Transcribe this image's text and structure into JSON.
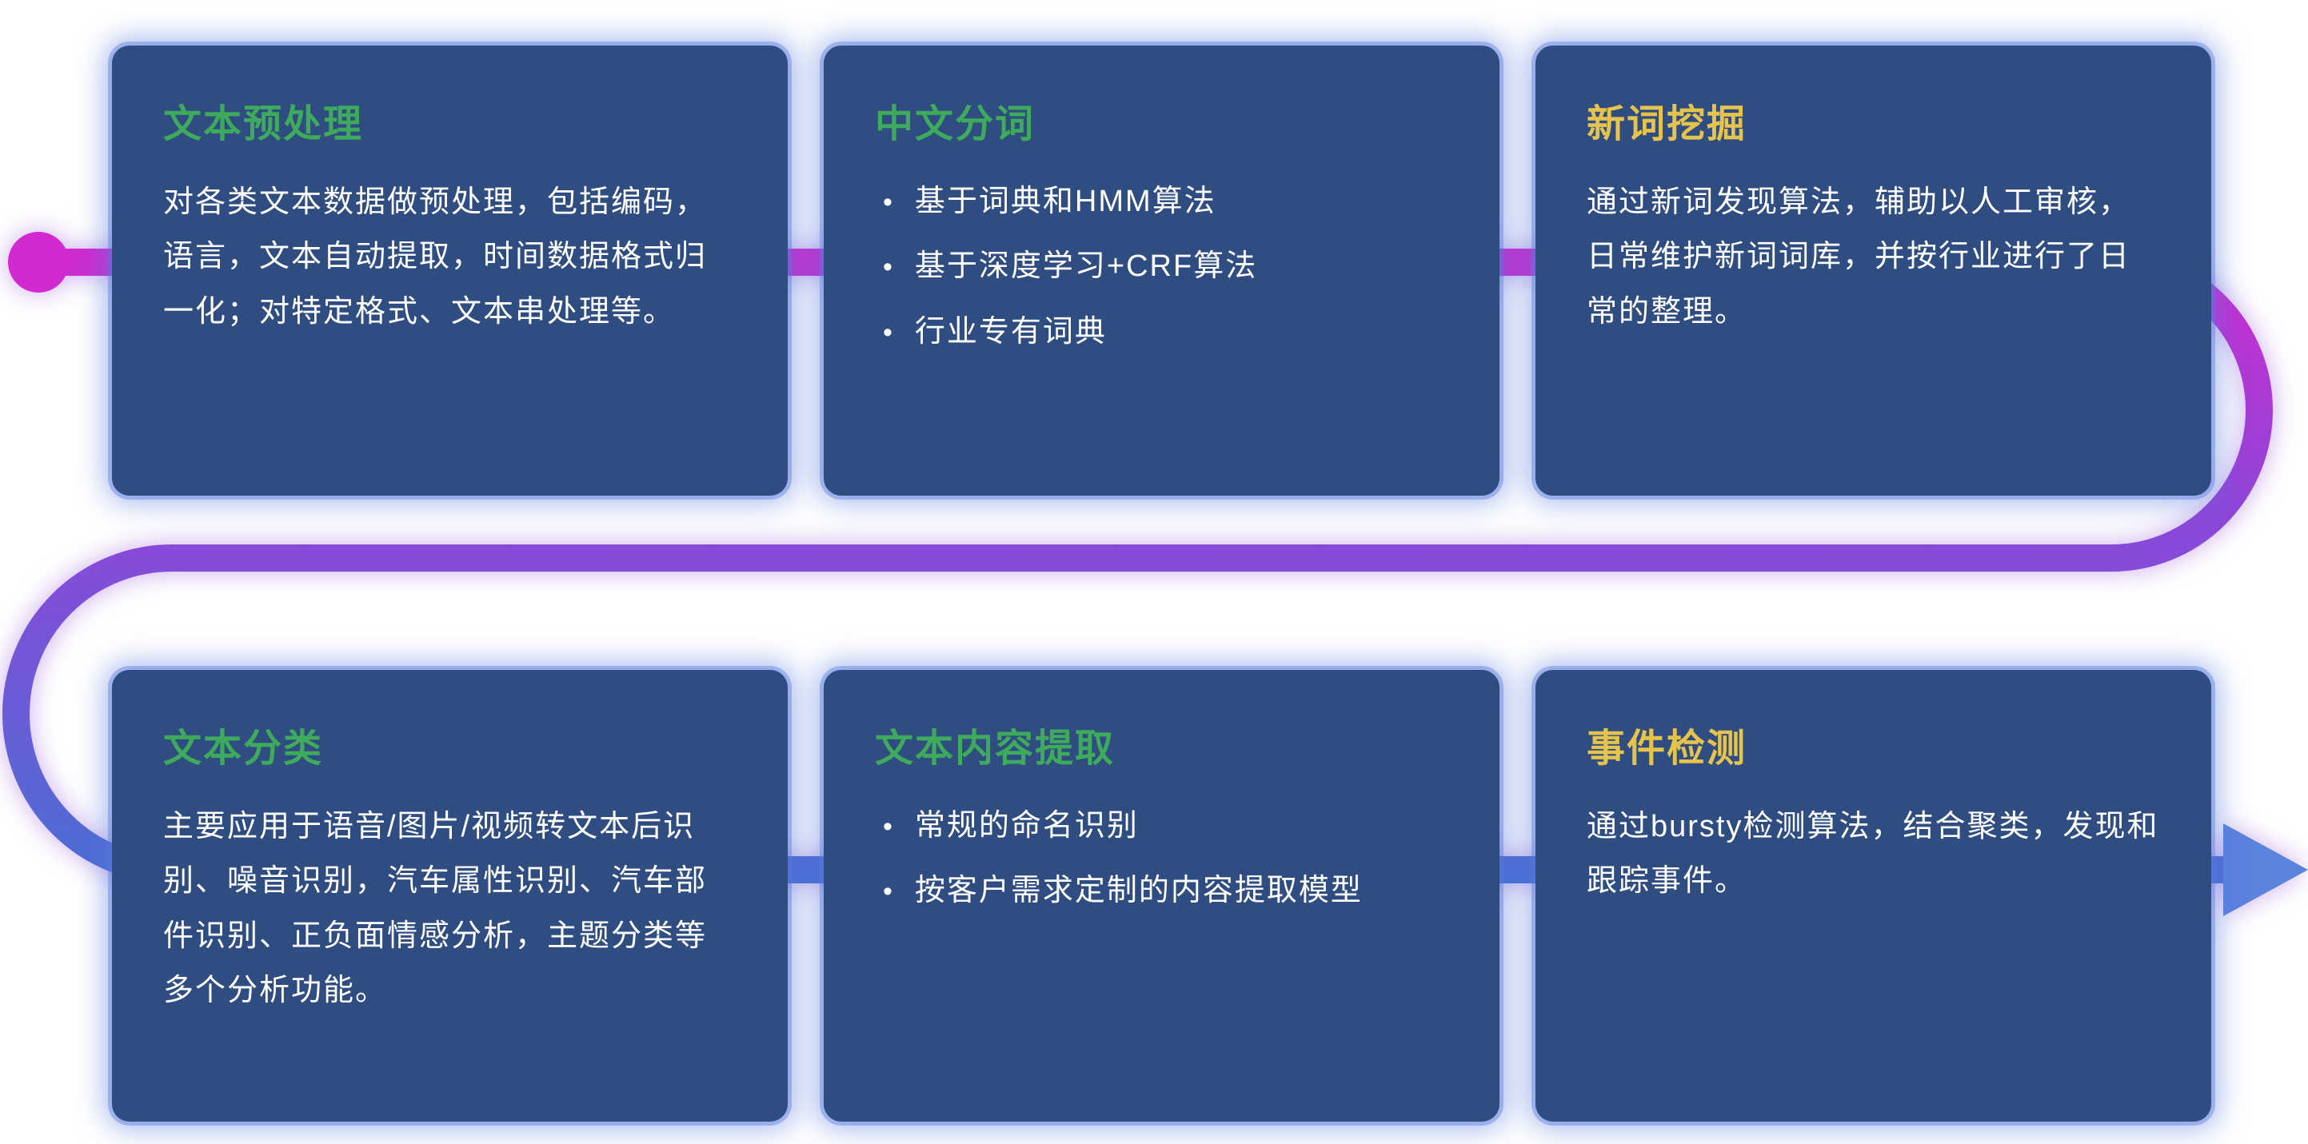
{
  "colors": {
    "card_bg": "#2f4d80",
    "card_glow": "#5479e0",
    "title_green": "#3eaa5c",
    "title_yellow": "#e6c44c",
    "body_text": "#ffffff",
    "flow_start": "#d22ad0",
    "flow_mid": "#8f46d8",
    "flow_end": "#4a6fd4",
    "arrow": "#5b82dd"
  },
  "cards": [
    {
      "title": "文本预处理",
      "body": "对各类文本数据做预处理，包括编码，语言，文本自动提取，时间数据格式归一化；对特定格式、文本串处理等。"
    },
    {
      "title": "中文分词",
      "bullets": [
        "基于词典和HMM算法",
        "基于深度学习+CRF算法",
        "行业专有词典"
      ]
    },
    {
      "title": "新词挖掘",
      "body": "通过新词发现算法，辅助以人工审核，日常维护新词词库，并按行业进行了日常的整理。"
    },
    {
      "title": "文本分类",
      "body": "主要应用于语音/图片/视频转文本后识别、噪音识别，汽车属性识别、汽车部件识别、正负面情感分析，主题分类等多个分析功能。"
    },
    {
      "title": "文本内容提取",
      "bullets": [
        "常规的命名识别",
        "按客户需求定制的内容提取模型"
      ]
    },
    {
      "title": "事件检测",
      "body": "通过bursty检测算法，结合聚类，发现和跟踪事件。"
    }
  ]
}
